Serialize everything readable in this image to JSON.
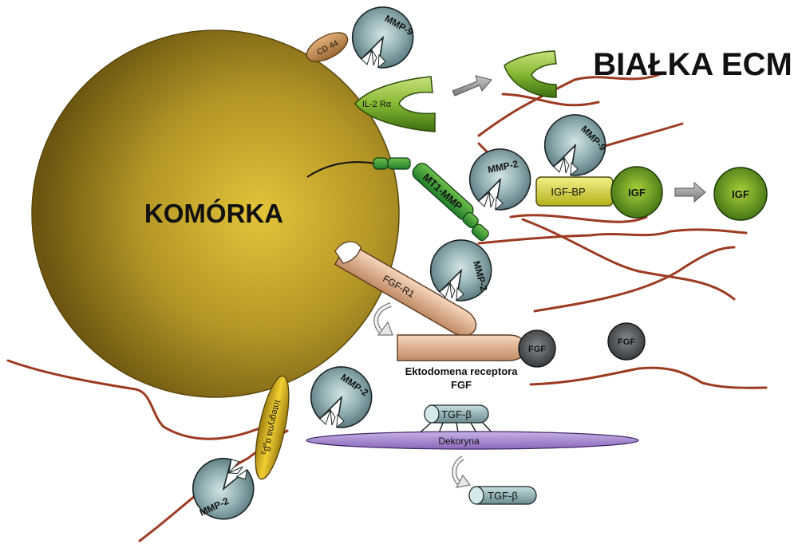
{
  "title": "BIAŁKA ECM",
  "cell": "KOMÓRKA",
  "mmp9": "MMP-9",
  "mmp2": "MMP-2",
  "cd44": "CD 44",
  "il2": "IL-2 Rα",
  "mt1mmp": "MT1-MMP",
  "igfbp": "IGF-BP",
  "igf": "IGF",
  "fgfr1": "FGF-R1",
  "fgf": "FGF",
  "ecto_line1": "Ektodomena receptora",
  "ecto_line2": "FGF",
  "tgfb": "TGF-β",
  "decorin": "Dekoryna",
  "integrin": "Integryna α",
  "integrin_sub_v": "v",
  "integrin_beta": "β",
  "integrin_sub_3": "3",
  "colors": {
    "cell_inner": "#e3c43a",
    "cell_outer": "#6b5510",
    "fiber": "#9c3b22",
    "mmp_light": "#c7dde0",
    "mmp_dark": "#4f6e74",
    "green_light": "#a6cf3b",
    "green_dark": "#3c6e12",
    "fgfr_light": "#f4c9a8",
    "fgfr_dark": "#c08a64",
    "cd44": "#c8925a",
    "integrin": "#e9b924",
    "decorin": "#a98bd2",
    "igfbp": "#e4e055",
    "fgf_dark": "#2f3336"
  },
  "icons": [
    "arrow-right-icon",
    "curved-arrow-icon",
    "mmp-pacman-icon"
  ]
}
